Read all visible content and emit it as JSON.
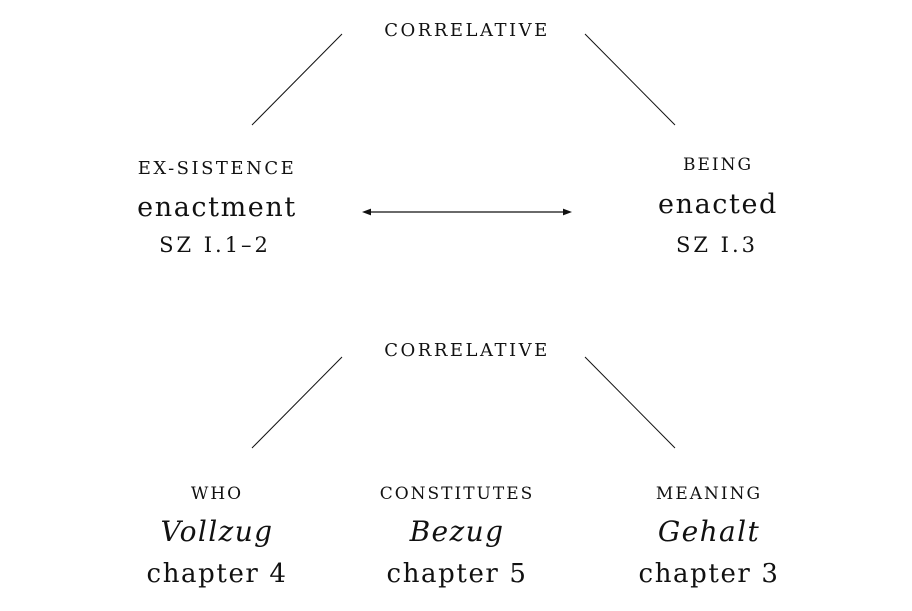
{
  "top_section": {
    "header": "CORRELATIVE",
    "left": {
      "label": "EX-SISTENCE",
      "term": "enactment",
      "reference": "SZ I.1–2"
    },
    "right": {
      "label": "BEING",
      "term": "enacted",
      "reference": "SZ I.3"
    }
  },
  "bottom_section": {
    "header": "CORRELATIVE",
    "left": {
      "label": "WHO",
      "term": "Vollzug",
      "reference": "chapter 4"
    },
    "center": {
      "label": "CONSTITUTES",
      "term": "Bezug",
      "reference": "chapter 5"
    },
    "right": {
      "label": "MEANING",
      "term": "Gehalt",
      "reference": "chapter 3"
    }
  },
  "colors": {
    "ink": "#111111",
    "background": "#ffffff"
  }
}
